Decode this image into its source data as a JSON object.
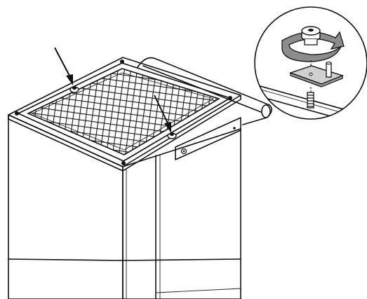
{
  "illustration": {
    "colors": {
      "outline": "#111111",
      "panel_fill": "#ffffff",
      "filter_fill": "#d9d9d9",
      "rotation_arrow_fill": "#8c8c8c",
      "background": "#ffffff"
    },
    "parts": [
      "cabinet",
      "filter-grille",
      "top-frame",
      "handle-bar",
      "callout-arrow",
      "magnified-fastener-inset",
      "thumb-screw",
      "rotation-arrow",
      "mounting-plate",
      "threaded-stud"
    ]
  }
}
